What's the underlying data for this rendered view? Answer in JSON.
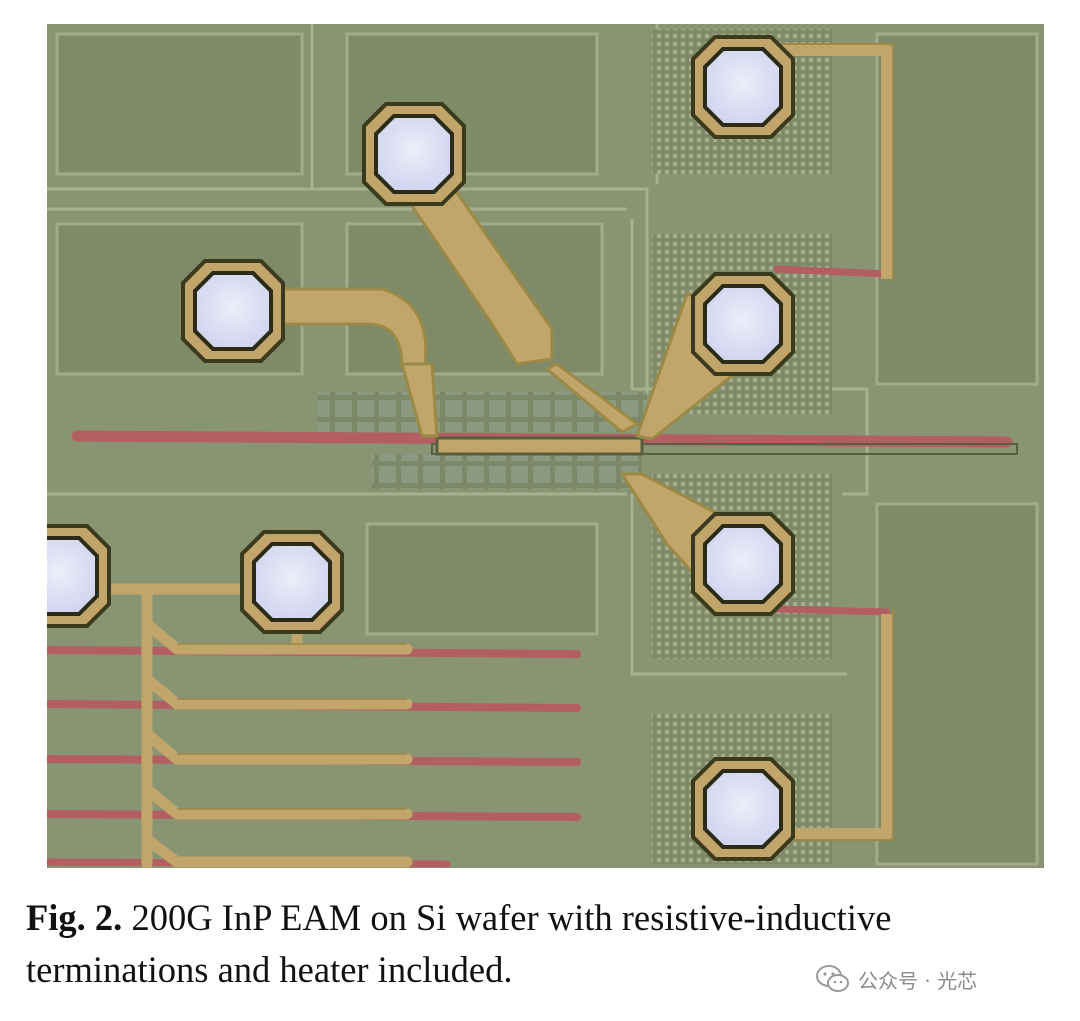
{
  "image": {
    "subject": "die-micrograph",
    "colors": {
      "substrate": "#899572",
      "substrate_dark": "#7d8966",
      "field_line": "#a2ab8b",
      "gold_trace": "#c2a56a",
      "gold_edge": "#9a8a45",
      "bond_pad": "#dde0f3",
      "pad_ring": "#3a3a1c",
      "heater": "#b35e62",
      "waveguide": "#5a5e40"
    }
  },
  "caption": {
    "label": "Fig. 2.",
    "text": " 200G InP EAM on Si wafer with resistive-inductive terminations and heater included."
  },
  "watermark": {
    "icon": "wechat-icon",
    "text": "公众号 · 光芯"
  }
}
